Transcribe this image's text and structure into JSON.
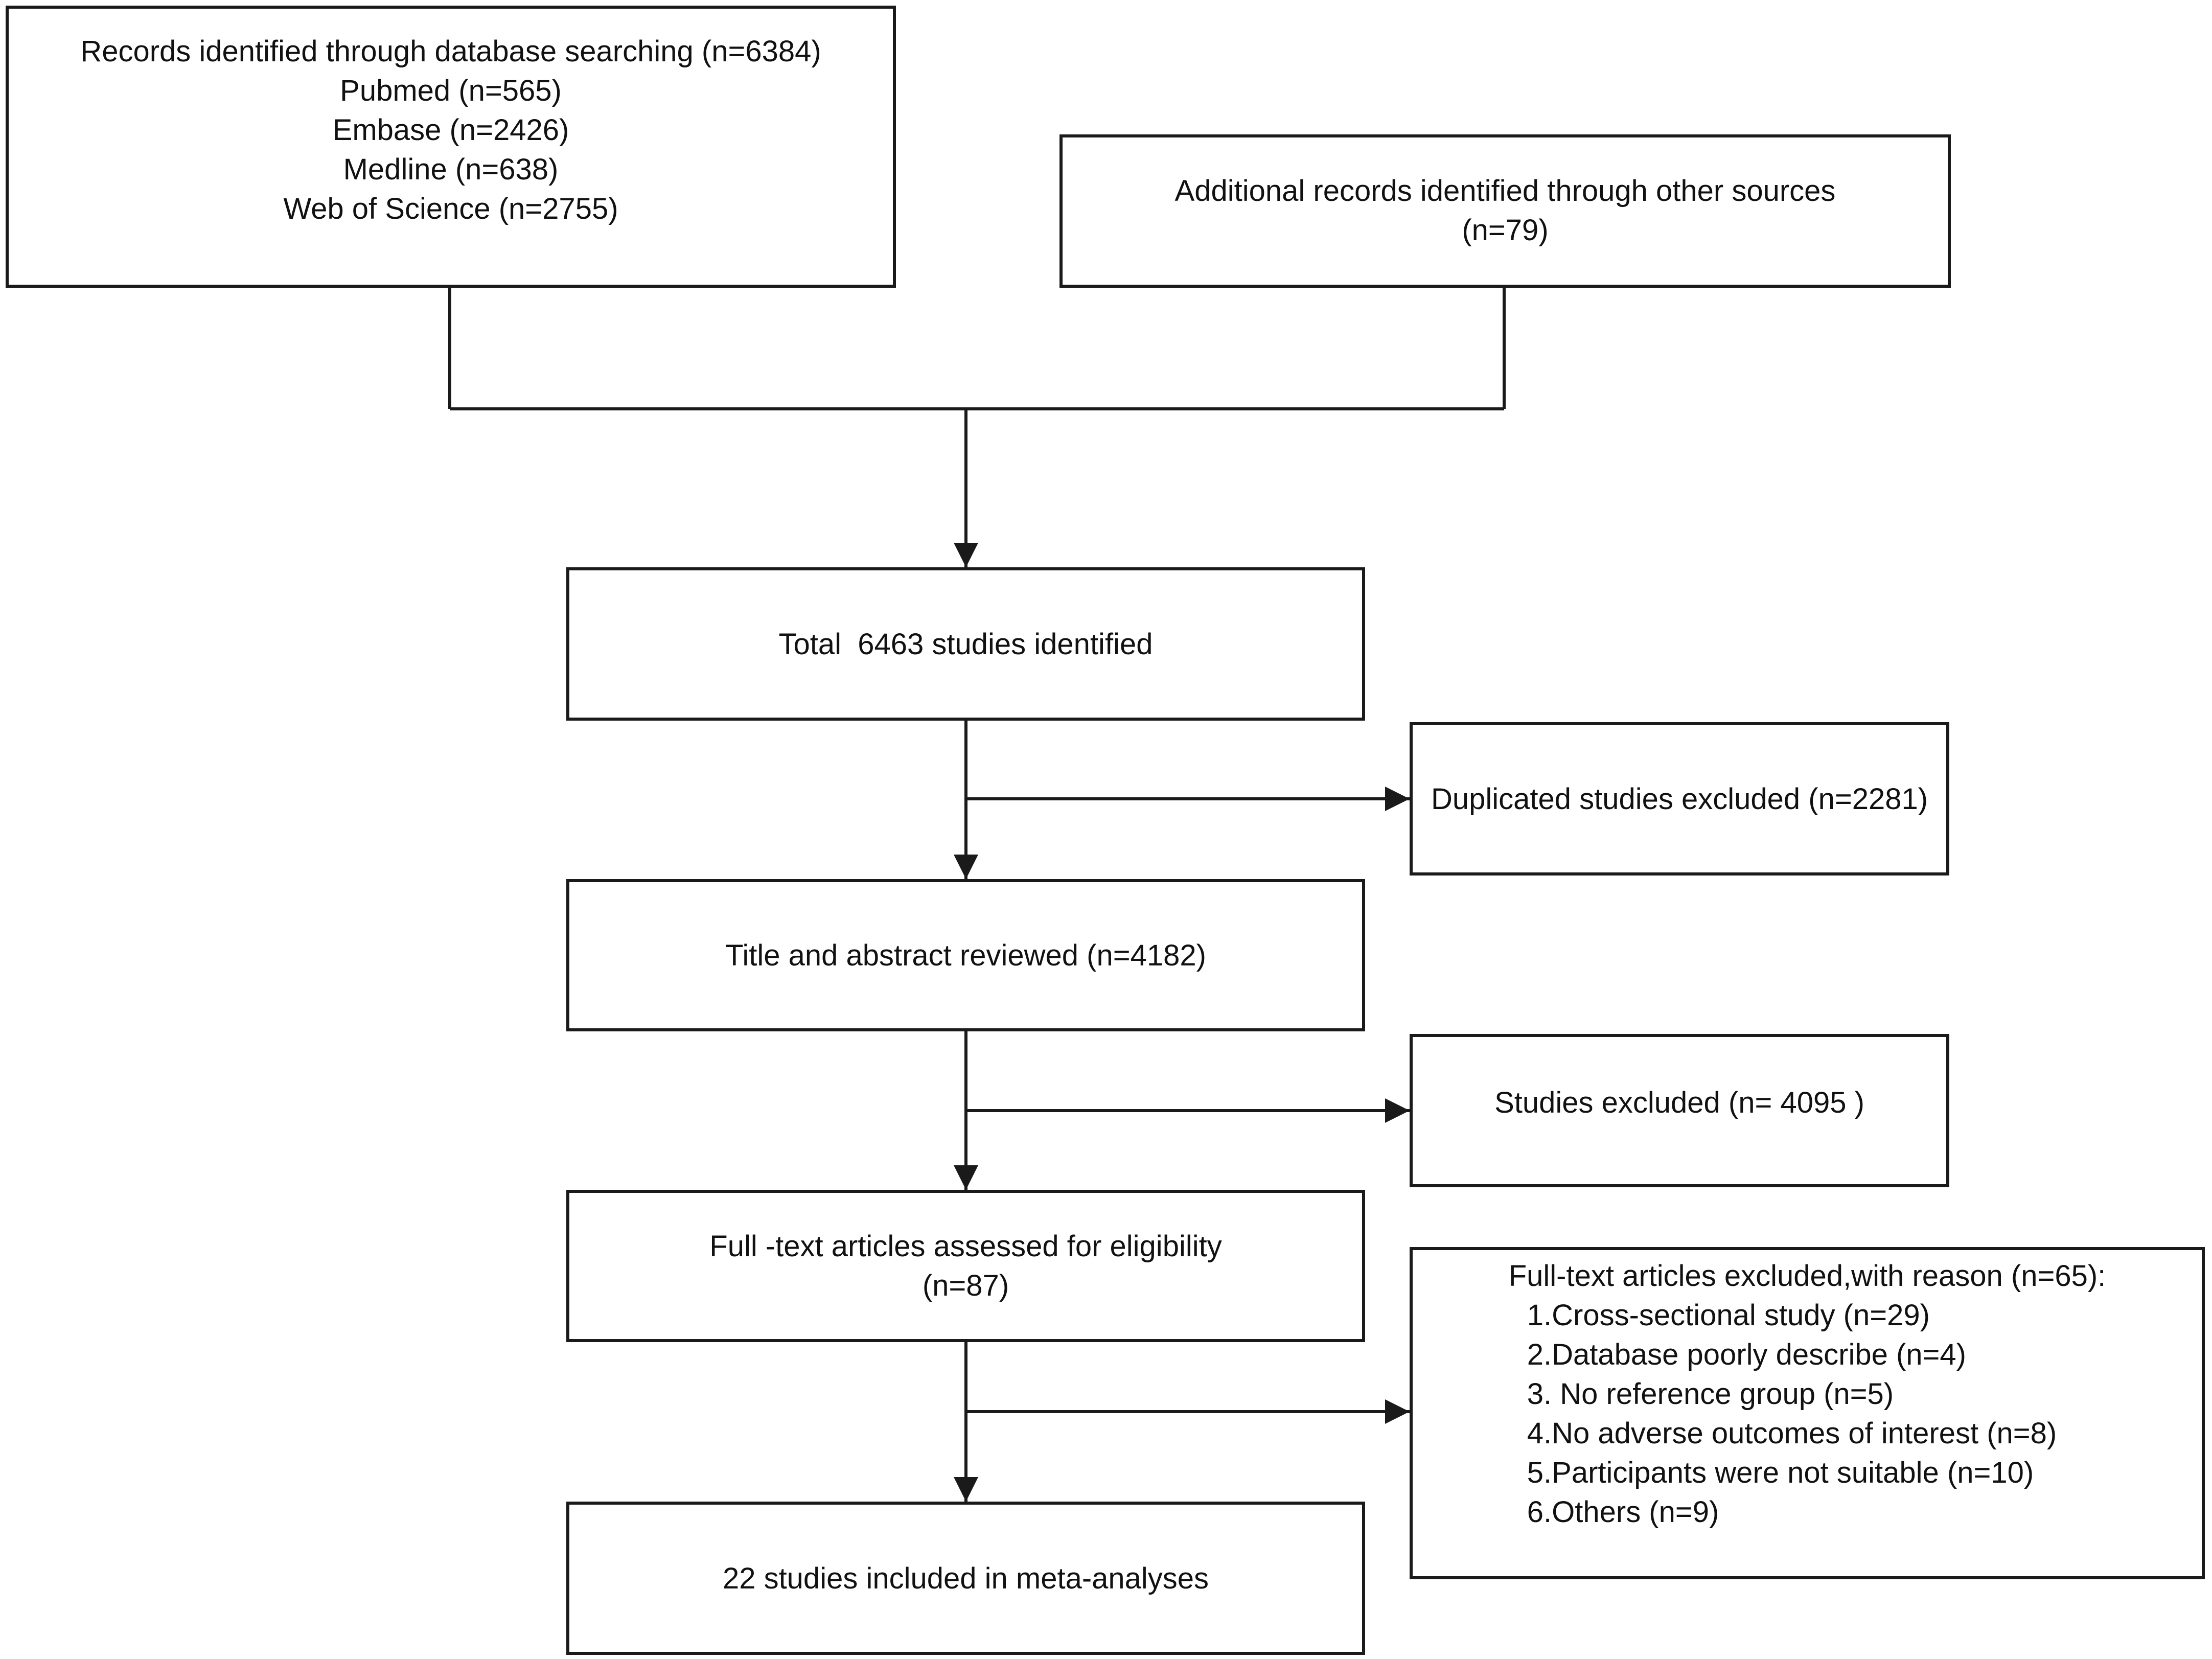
{
  "boxes": {
    "database": {
      "lines": [
        "Records identified through database searching (n=6384)",
        "Pubmed (n=565)",
        "Embase (n=2426)",
        "Medline (n=638)",
        "Web of Science (n=2755)"
      ]
    },
    "other_sources": {
      "lines": [
        "Additional records identified through other sources",
        "(n=79)"
      ]
    },
    "total": {
      "text": "Total  6463 studies identified"
    },
    "duplicates": {
      "text": "Duplicated studies excluded (n=2281)"
    },
    "title_abstract": {
      "text": "Title and abstract reviewed (n=4182)"
    },
    "excluded": {
      "text": "Studies excluded (n= 4095 )"
    },
    "full_text": {
      "lines": [
        "Full -text articles assessed for eligibility",
        "(n=87)"
      ]
    },
    "full_text_excluded": {
      "heading": "Full-text articles excluded,with reason (n=65):",
      "reasons": [
        "1.Cross-sectional study (n=29)",
        "2.Database poorly describe (n=4)",
        "3. No reference group (n=5)",
        "4.No adverse outcomes of interest (n=8)",
        "5.Participants were not suitable (n=10)",
        "6.Others (n=9)"
      ]
    },
    "included": {
      "text": "22 studies included in meta-analyses"
    }
  },
  "colors": {
    "stroke": "#1a1a1a",
    "text": "#111111",
    "background": "#ffffff"
  }
}
